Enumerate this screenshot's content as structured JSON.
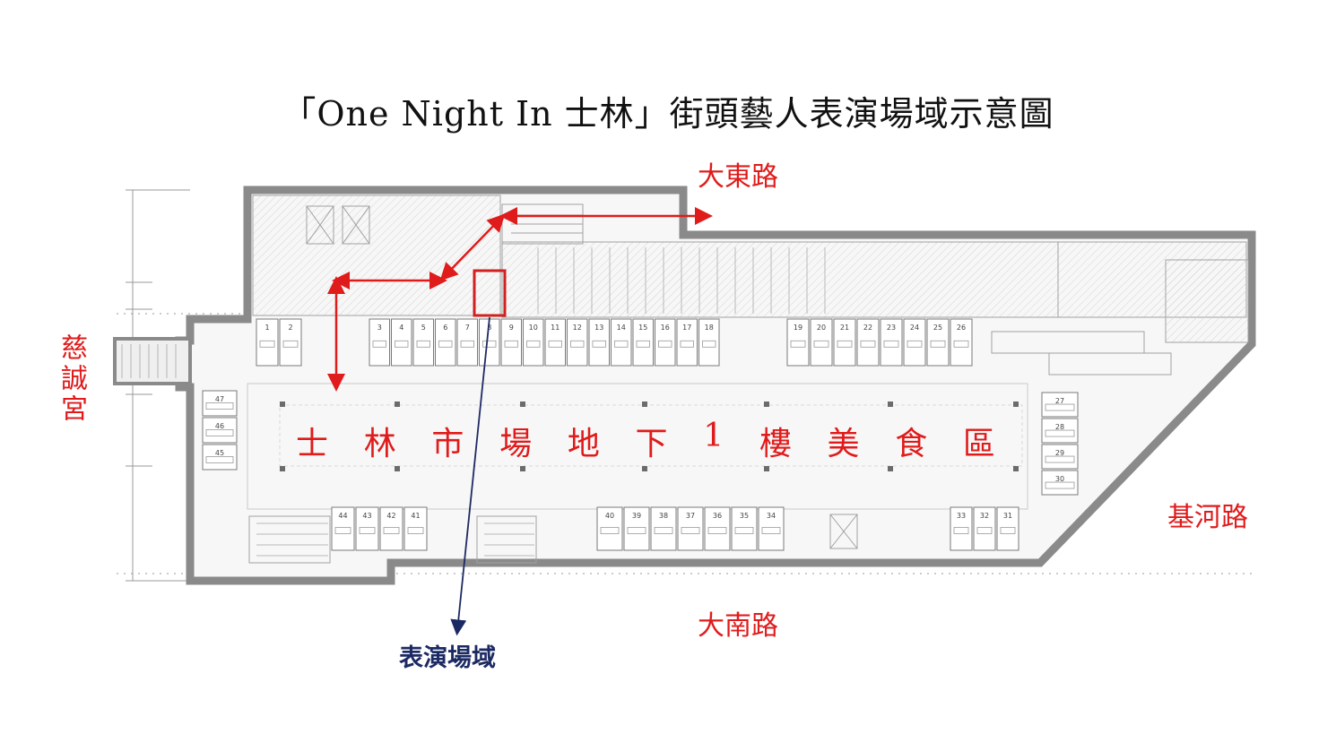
{
  "title": "「One Night In 士林」街頭藝人表演場域示意圖",
  "roads": {
    "north": "大東路",
    "west": "慈誠宮",
    "east": "基河路",
    "south": "大南路"
  },
  "hall_label": [
    "士",
    "林",
    "市",
    "場",
    "地",
    "下",
    "1",
    "樓",
    "美",
    "食",
    "區"
  ],
  "performance_area": "表演場域",
  "colors": {
    "accent": "#e01b1b",
    "callout": "#1c2a63",
    "wall": "#8a8a8a"
  },
  "stalls": {
    "top_row_1": [
      "1",
      "2"
    ],
    "top_row_2": [
      "3",
      "4",
      "5",
      "6",
      "7",
      "8",
      "9",
      "10",
      "11",
      "12",
      "13",
      "14",
      "15",
      "16",
      "17",
      "18"
    ],
    "top_row_3": [
      "19",
      "20",
      "21",
      "22",
      "23",
      "24",
      "25",
      "26"
    ],
    "left_col": [
      "47",
      "46",
      "45"
    ],
    "right_col": [
      "27",
      "28",
      "29",
      "30"
    ],
    "bottom_row_1": [
      "44",
      "43",
      "42",
      "41"
    ],
    "bottom_row_2": [
      "40",
      "39",
      "38",
      "37",
      "36",
      "35",
      "34"
    ],
    "bottom_row_3": [
      "33",
      "32",
      "31"
    ]
  }
}
